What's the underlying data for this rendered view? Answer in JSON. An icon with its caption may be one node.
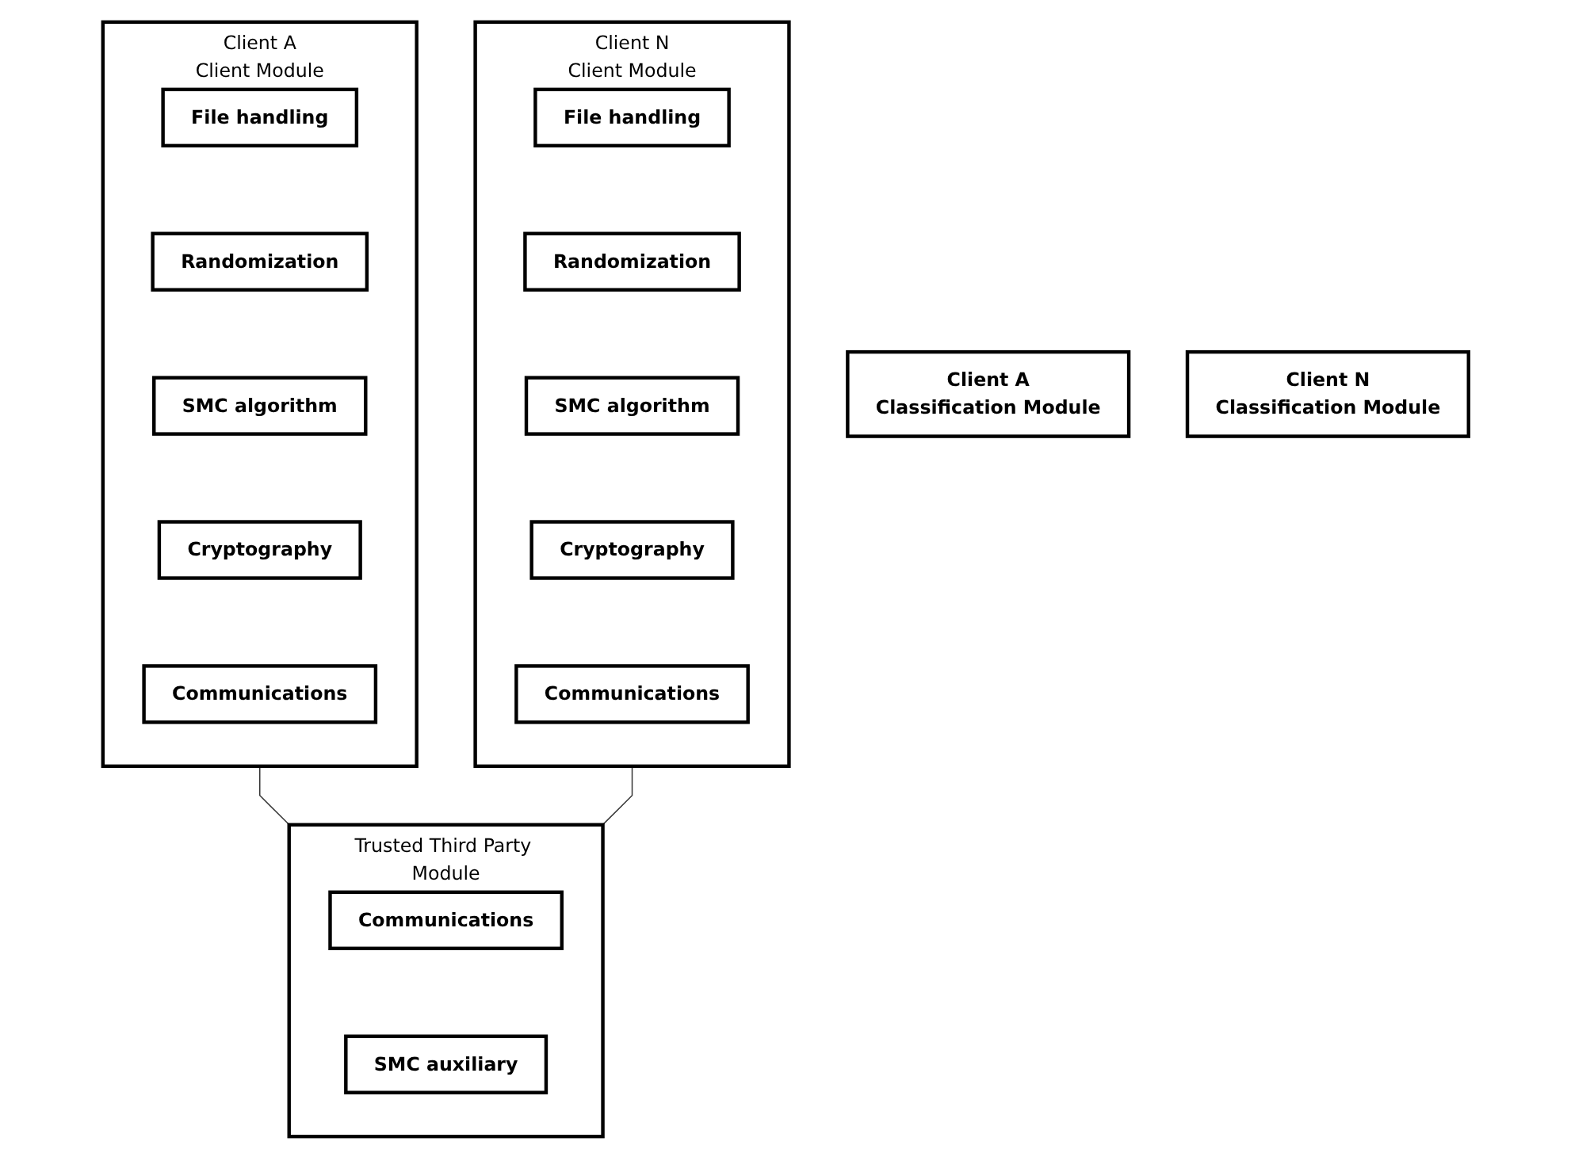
{
  "diagram": {
    "nodes": [
      {
        "text": [
          "Client A",
          "Client Module"
        ]
      },
      {
        "text": [
          "File handling"
        ],
        "in": 0
      },
      {
        "text": [
          "Randomization"
        ],
        "in": 0
      },
      {
        "text": [
          "SMC algorithm"
        ],
        "in": 0
      },
      {
        "text": [
          "Cryptography"
        ],
        "in": 0
      },
      {
        "text": [
          "Communications"
        ],
        "in": 0
      },
      {
        "text": [
          "Client N",
          "Client Module"
        ]
      },
      {
        "text": [
          "File handling"
        ],
        "in": 6
      },
      {
        "text": [
          "Randomization"
        ],
        "in": 6
      },
      {
        "text": [
          "SMC algorithm"
        ],
        "in": 6
      },
      {
        "text": [
          "Cryptography"
        ],
        "in": 6
      },
      {
        "text": [
          "Communications"
        ],
        "in": 6
      },
      {
        "text": [
          "Client A",
          "Classification Module"
        ]
      },
      {
        "text": [
          "Client N",
          "Classification Module"
        ]
      },
      {
        "text": [
          "Trusted Third Party Module"
        ]
      },
      {
        "text": [
          "Communications"
        ],
        "in": 14
      },
      {
        "text": [
          "SMC auxiliary"
        ],
        "in": 14
      }
    ],
    "edges": [
      {
        "from": 0,
        "to": 14,
        "arrow": "none"
      },
      {
        "from": 6,
        "to": 14,
        "arrow": "none"
      }
    ]
  }
}
